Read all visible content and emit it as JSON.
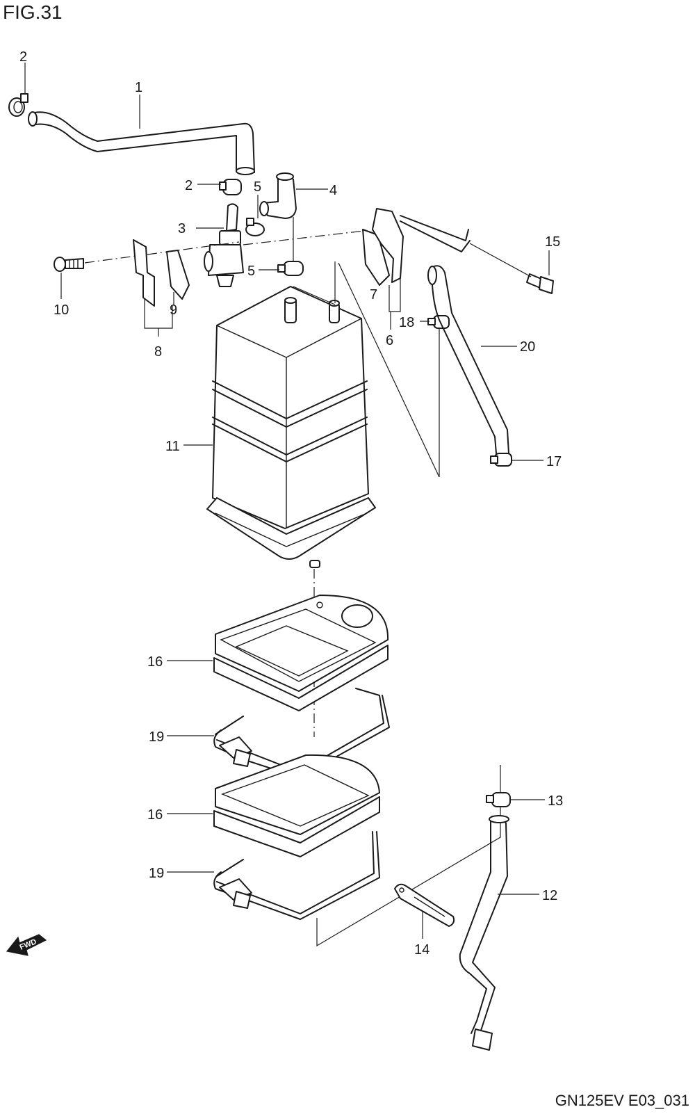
{
  "figure": {
    "title": "FIG.31",
    "code": "GN125EV E03_031"
  },
  "callouts": {
    "c1": "1",
    "c2a": "2",
    "c2b": "2",
    "c3": "3",
    "c4": "4",
    "c5a": "5",
    "c5b": "5",
    "c6": "6",
    "c7": "7",
    "c8": "8",
    "c9": "9",
    "c10": "10",
    "c11": "11",
    "c12": "12",
    "c13": "13",
    "c14": "14",
    "c15": "15",
    "c16a": "16",
    "c16b": "16",
    "c17": "17",
    "c18": "18",
    "c19a": "19",
    "c19b": "19",
    "c20": "20"
  },
  "fwd_label": "FWD"
}
